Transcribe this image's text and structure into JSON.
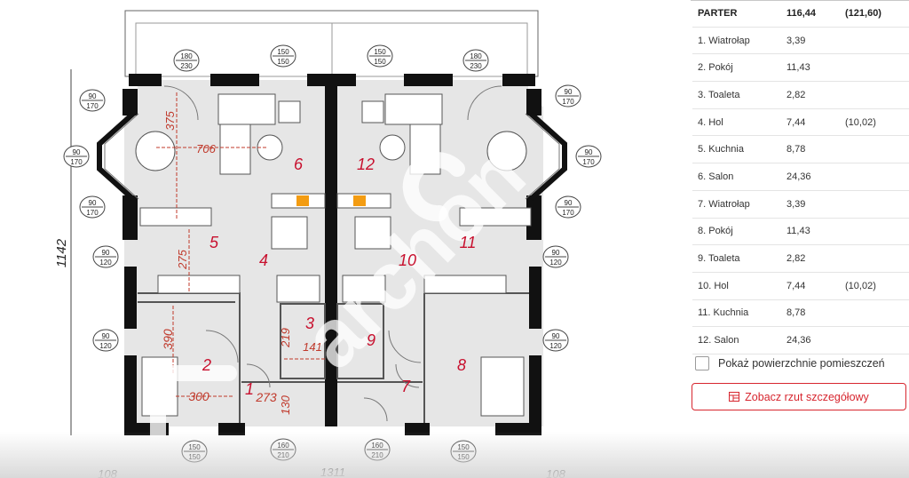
{
  "plan": {
    "dim_left_total": "1142",
    "dim_bottom_total": "1311",
    "dim_bottom_left": "108",
    "dim_bottom_right": "108",
    "dims": {
      "d706": "706",
      "d375": "375",
      "d275": "275",
      "d390": "390",
      "d300": "300",
      "d273": "273",
      "d130": "130",
      "d219": "219",
      "d141": "141"
    },
    "room_numbers": [
      "1",
      "2",
      "3",
      "4",
      "5",
      "6",
      "7",
      "8",
      "9",
      "10",
      "11",
      "12"
    ],
    "window_tags": {
      "w150_150": [
        "150",
        "150"
      ],
      "w180_230": [
        "180",
        "230"
      ],
      "w90_170": [
        "90",
        "170"
      ],
      "w90_120": [
        "90",
        "120"
      ],
      "w160_210": [
        "160",
        "210"
      ]
    },
    "watermark": "archon",
    "colors": {
      "wall": "#111111",
      "floor": "#e6e6e6",
      "dim_red": "#c0392b",
      "room_red": "#c8102e"
    }
  },
  "panel": {
    "header": {
      "name": "PARTER",
      "area": "116,44",
      "alt": "(121,60)"
    },
    "rooms": [
      {
        "name": "1. Wiatrołap",
        "area": "3,39",
        "alt": ""
      },
      {
        "name": "2. Pokój",
        "area": "11,43",
        "alt": ""
      },
      {
        "name": "3. Toaleta",
        "area": "2,82",
        "alt": ""
      },
      {
        "name": "4. Hol",
        "area": "7,44",
        "alt": "(10,02)"
      },
      {
        "name": "5. Kuchnia",
        "area": "8,78",
        "alt": ""
      },
      {
        "name": "6. Salon",
        "area": "24,36",
        "alt": ""
      },
      {
        "name": "7. Wiatrołap",
        "area": "3,39",
        "alt": ""
      },
      {
        "name": "8. Pokój",
        "area": "11,43",
        "alt": ""
      },
      {
        "name": "9. Toaleta",
        "area": "2,82",
        "alt": ""
      },
      {
        "name": "10. Hol",
        "area": "7,44",
        "alt": "(10,02)"
      },
      {
        "name": "11. Kuchnia",
        "area": "8,78",
        "alt": ""
      },
      {
        "name": "12. Salon",
        "area": "24,36",
        "alt": ""
      }
    ],
    "checkbox_label": "Pokaż powierzchnie pomieszczeń",
    "checkbox_checked": false,
    "button_label": "Zobacz rzut szczegółowy",
    "button_icon": "floor-plan-icon",
    "accent": "#d7262f"
  }
}
